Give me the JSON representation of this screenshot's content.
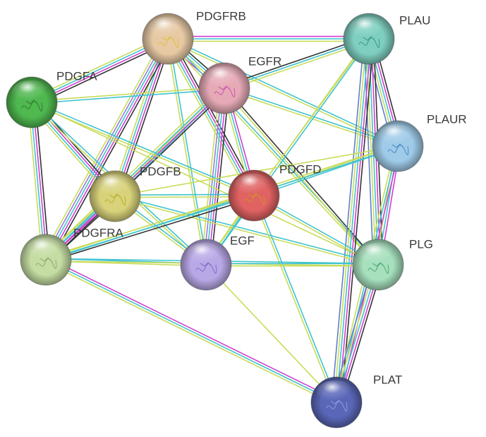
{
  "nodes": [
    {
      "id": "PDGFRB",
      "label": "PDGFRB",
      "color": "#e7c9a4",
      "motif": "#d9c02a"
    },
    {
      "id": "PLAU",
      "label": "PLAU",
      "color": "#7ecfc0",
      "motif": "#2e8b7a"
    },
    {
      "id": "EGFR",
      "label": "EGFR",
      "color": "#e6aab6",
      "motif": "#c33fb0"
    },
    {
      "id": "PDGFA",
      "label": "PDGFA",
      "color": "#4fb84f",
      "motif": "#2c6e2c"
    },
    {
      "id": "PLAUR",
      "label": "PLAUR",
      "color": "#9fcbe9",
      "motif": "#3a7ab8"
    },
    {
      "id": "PDGFB",
      "label": "PDGFB",
      "color": "#d8d27a",
      "motif": "#b8a81a"
    },
    {
      "id": "PDGFD",
      "label": "PDGFD",
      "color": "#e06262",
      "motif": "#c9a01a"
    },
    {
      "id": "PDGFRA",
      "label": "PDGFRA",
      "color": "#c5dda3",
      "motif": "#8a9a6a"
    },
    {
      "id": "EGF",
      "label": "EGF",
      "color": "#b9a8e6",
      "motif": "#7a5fc0"
    },
    {
      "id": "PLG",
      "label": "PLG",
      "color": "#a6e0bd",
      "motif": "#3f9a6a"
    },
    {
      "id": "PLAT",
      "label": "PLAT",
      "color": "#5a67b8",
      "motif": "#9aa5e6"
    }
  ],
  "edge_colors": {
    "cyan": "#3fc3cf",
    "magenta": "#d23fd2",
    "yellow": "#c8dc5a",
    "black": "#333333",
    "blue": "#5f7fd0",
    "violet": "#9a7ad8"
  },
  "edges": [
    {
      "source": "PDGFRB",
      "target": "PLAU",
      "types": [
        "magenta",
        "cyan",
        "yellow"
      ]
    },
    {
      "source": "PDGFRB",
      "target": "EGFR",
      "types": [
        "black",
        "cyan",
        "yellow",
        "magenta"
      ]
    },
    {
      "source": "PDGFRB",
      "target": "PDGFA",
      "types": [
        "black",
        "magenta",
        "cyan",
        "yellow"
      ]
    },
    {
      "source": "PDGFRB",
      "target": "PLAUR",
      "types": [
        "cyan",
        "yellow"
      ]
    },
    {
      "source": "PDGFRB",
      "target": "PDGFB",
      "types": [
        "black",
        "magenta",
        "cyan",
        "yellow"
      ]
    },
    {
      "source": "PDGFRB",
      "target": "PDGFD",
      "types": [
        "black",
        "magenta",
        "cyan",
        "yellow"
      ]
    },
    {
      "source": "PDGFRB",
      "target": "PDGFRA",
      "types": [
        "black",
        "magenta",
        "cyan",
        "violet",
        "yellow"
      ]
    },
    {
      "source": "PDGFRB",
      "target": "EGF",
      "types": [
        "cyan",
        "yellow"
      ]
    },
    {
      "source": "PDGFRB",
      "target": "PLG",
      "types": [
        "cyan",
        "yellow"
      ]
    },
    {
      "source": "EGFR",
      "target": "PLAU",
      "types": [
        "black",
        "cyan",
        "yellow"
      ]
    },
    {
      "source": "EGFR",
      "target": "PDGFA",
      "types": [
        "cyan",
        "yellow"
      ]
    },
    {
      "source": "EGFR",
      "target": "PLAUR",
      "types": [
        "cyan",
        "yellow"
      ]
    },
    {
      "source": "EGFR",
      "target": "PDGFB",
      "types": [
        "cyan",
        "yellow"
      ]
    },
    {
      "source": "EGFR",
      "target": "PDGFD",
      "types": [
        "magenta",
        "cyan",
        "yellow"
      ]
    },
    {
      "source": "EGFR",
      "target": "PDGFRA",
      "types": [
        "black",
        "magenta",
        "cyan",
        "yellow"
      ]
    },
    {
      "source": "EGFR",
      "target": "EGF",
      "types": [
        "black",
        "magenta",
        "cyan",
        "violet",
        "yellow"
      ]
    },
    {
      "source": "EGFR",
      "target": "PLG",
      "types": [
        "black",
        "yellow"
      ]
    },
    {
      "source": "PDGFA",
      "target": "PDGFB",
      "types": [
        "black",
        "magenta",
        "cyan",
        "yellow"
      ]
    },
    {
      "source": "PDGFA",
      "target": "PDGFRA",
      "types": [
        "black",
        "magenta",
        "cyan",
        "yellow"
      ]
    },
    {
      "source": "PDGFA",
      "target": "PDGFD",
      "types": [
        "cyan",
        "yellow"
      ]
    },
    {
      "source": "PDGFA",
      "target": "EGF",
      "types": [
        "cyan",
        "yellow"
      ]
    },
    {
      "source": "PDGFA",
      "target": "PLG",
      "types": [
        "yellow"
      ]
    },
    {
      "source": "PLAU",
      "target": "PLAUR",
      "types": [
        "black",
        "magenta",
        "cyan",
        "yellow",
        "blue"
      ]
    },
    {
      "source": "PLAU",
      "target": "PLG",
      "types": [
        "black",
        "magenta",
        "cyan",
        "yellow",
        "blue"
      ]
    },
    {
      "source": "PLAU",
      "target": "PLAT",
      "types": [
        "black",
        "magenta",
        "cyan",
        "yellow",
        "blue"
      ]
    },
    {
      "source": "PLAU",
      "target": "PDGFD",
      "types": [
        "yellow"
      ]
    },
    {
      "source": "PLAU",
      "target": "EGF",
      "types": [
        "cyan",
        "yellow"
      ]
    },
    {
      "source": "PLAUR",
      "target": "PLG",
      "types": [
        "magenta",
        "cyan",
        "yellow"
      ]
    },
    {
      "source": "PLAUR",
      "target": "PLAT",
      "types": [
        "magenta",
        "cyan",
        "yellow"
      ]
    },
    {
      "source": "PLAUR",
      "target": "PDGFD",
      "types": [
        "cyan",
        "yellow"
      ]
    },
    {
      "source": "PLAUR",
      "target": "PDGFB",
      "types": [
        "yellow"
      ]
    },
    {
      "source": "PLAUR",
      "target": "PDGFRA",
      "types": [
        "cyan",
        "yellow"
      ]
    },
    {
      "source": "PDGFB",
      "target": "PDGFD",
      "types": [
        "cyan",
        "yellow"
      ]
    },
    {
      "source": "PDGFB",
      "target": "PDGFRA",
      "types": [
        "black",
        "magenta",
        "cyan",
        "yellow"
      ]
    },
    {
      "source": "PDGFB",
      "target": "EGF",
      "types": [
        "cyan",
        "yellow"
      ]
    },
    {
      "source": "PDGFB",
      "target": "PLG",
      "types": [
        "cyan",
        "yellow"
      ]
    },
    {
      "source": "PDGFD",
      "target": "PDGFRA",
      "types": [
        "black",
        "cyan",
        "yellow"
      ]
    },
    {
      "source": "PDGFD",
      "target": "EGF",
      "types": [
        "cyan",
        "yellow"
      ]
    },
    {
      "source": "PDGFD",
      "target": "PLG",
      "types": [
        "cyan",
        "yellow"
      ]
    },
    {
      "source": "PDGFD",
      "target": "PLAT",
      "types": [
        "cyan",
        "yellow"
      ]
    },
    {
      "source": "PDGFRA",
      "target": "EGF",
      "types": [
        "cyan",
        "yellow"
      ]
    },
    {
      "source": "PDGFRA",
      "target": "PLG",
      "types": [
        "cyan",
        "yellow"
      ]
    },
    {
      "source": "PDGFRA",
      "target": "PLAT",
      "types": [
        "magenta",
        "cyan",
        "yellow"
      ]
    },
    {
      "source": "EGF",
      "target": "PLG",
      "types": [
        "cyan",
        "yellow"
      ]
    },
    {
      "source": "EGF",
      "target": "PLAT",
      "types": [
        "yellow"
      ]
    },
    {
      "source": "PLG",
      "target": "PLAT",
      "types": [
        "black",
        "magenta",
        "cyan",
        "yellow",
        "blue"
      ]
    }
  ]
}
